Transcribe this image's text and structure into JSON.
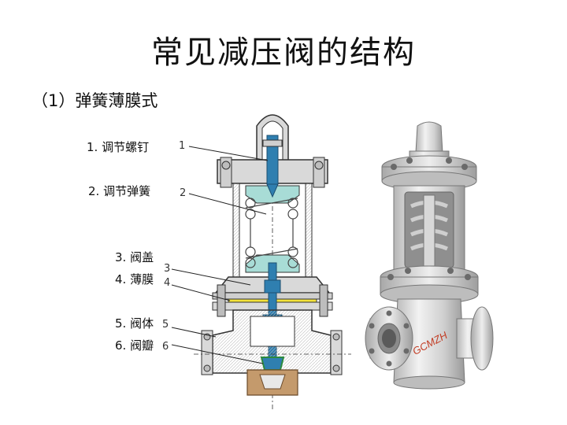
{
  "slide": {
    "title": "常见减压阀的结构",
    "subtitle": "（1）弹簧薄膜式"
  },
  "labels": [
    {
      "text": "1. 调节螺钉",
      "number": "1"
    },
    {
      "text": "2. 调节弹簧",
      "number": "2"
    },
    {
      "text": "3. 阀盖",
      "number": "3"
    },
    {
      "text": "4. 薄膜",
      "number": "4"
    },
    {
      "text": "5. 阀体",
      "number": "5"
    },
    {
      "text": "6. 阀瓣",
      "number": "6"
    }
  ],
  "valve_photo": {
    "logo_text": "GCMZH"
  },
  "colors": {
    "steel_blue": "#2f7fb0",
    "spring_cyan": "#a8dcd6",
    "diaphragm_yellow": "#f3e23a",
    "seat_bronze": "#c49a6c",
    "body_gray": "#d9d9d9"
  }
}
